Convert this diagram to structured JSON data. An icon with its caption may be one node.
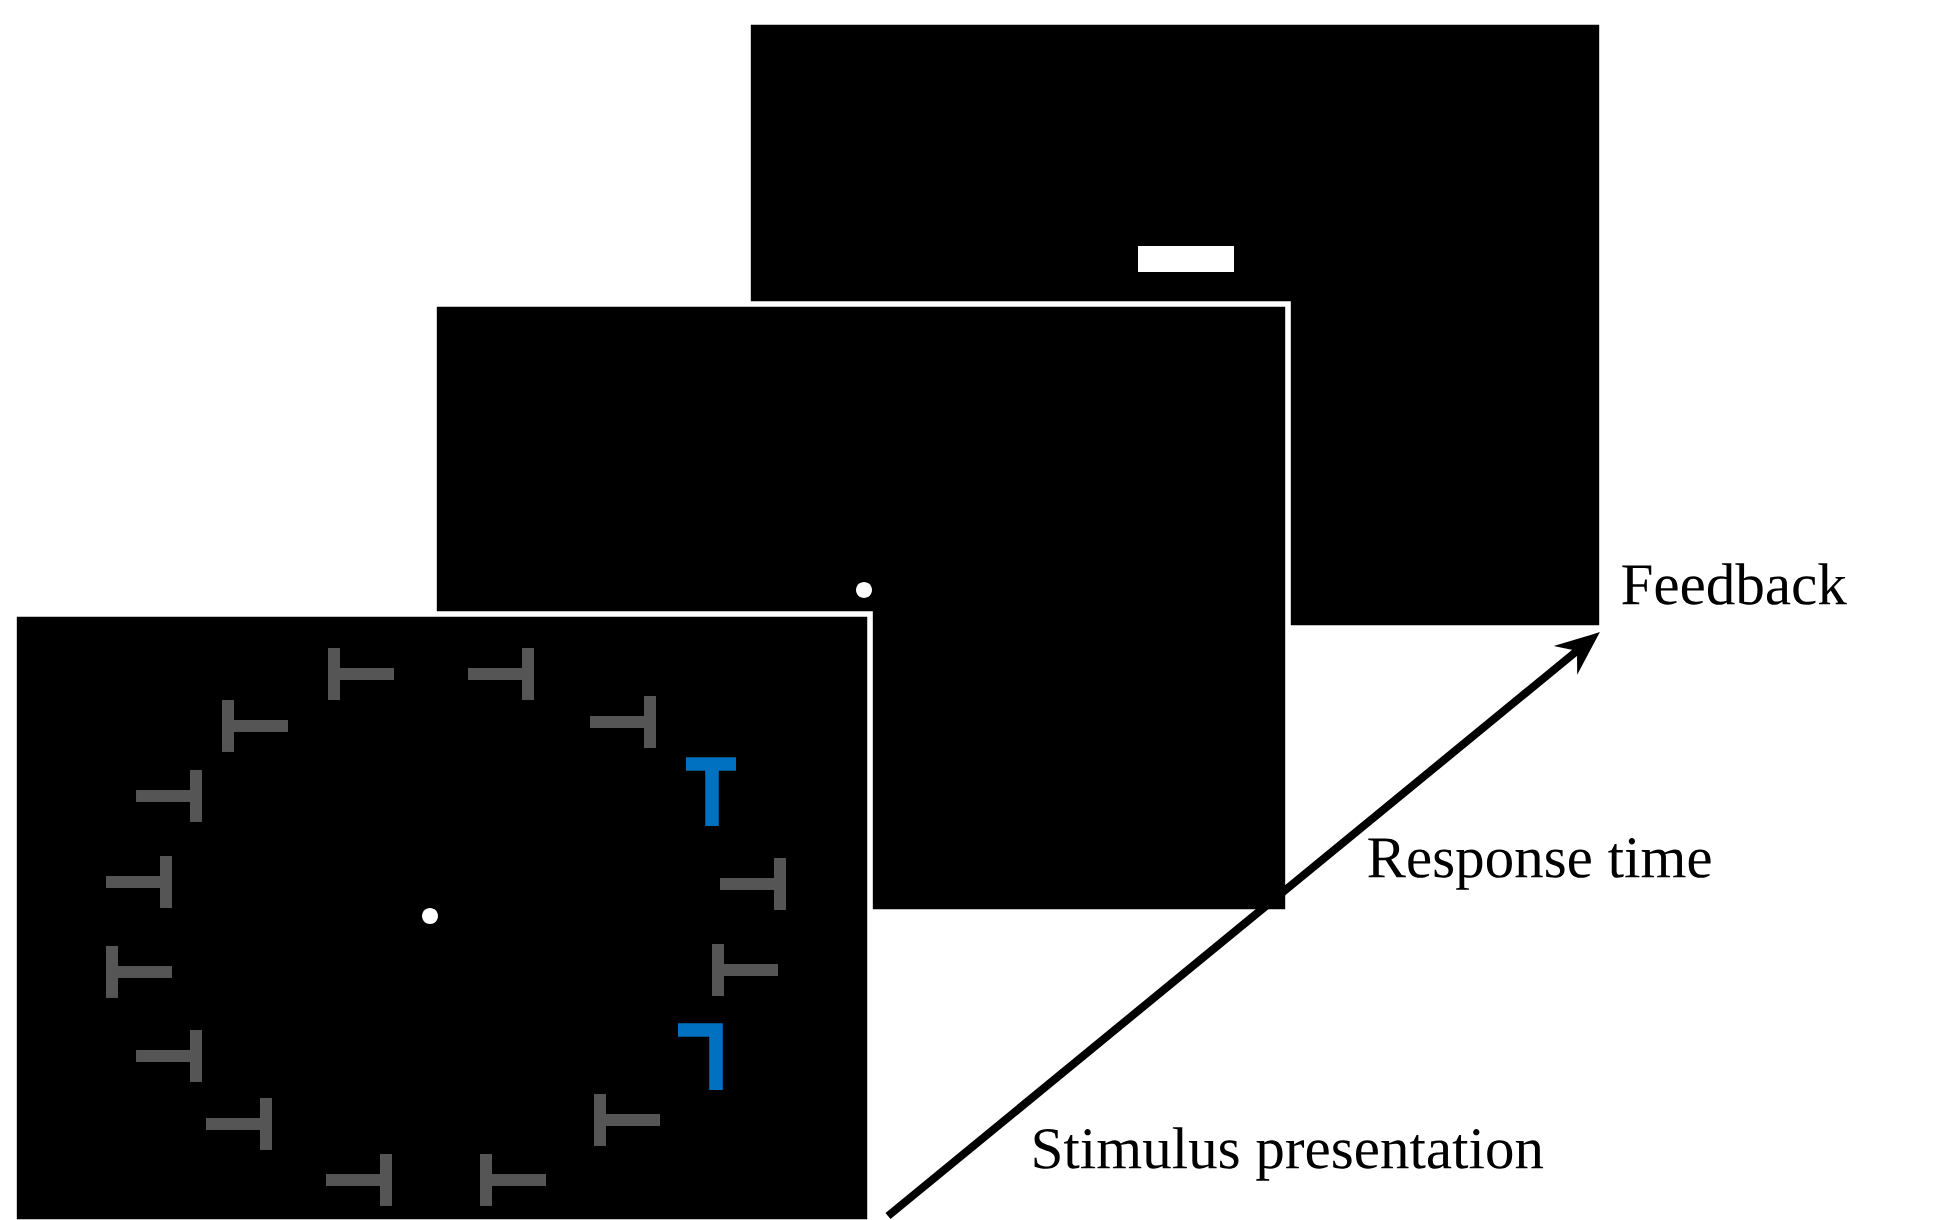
{
  "diagram": {
    "labels": [
      "Feedback",
      "Response time",
      "Stimulus presentation"
    ]
  }
}
